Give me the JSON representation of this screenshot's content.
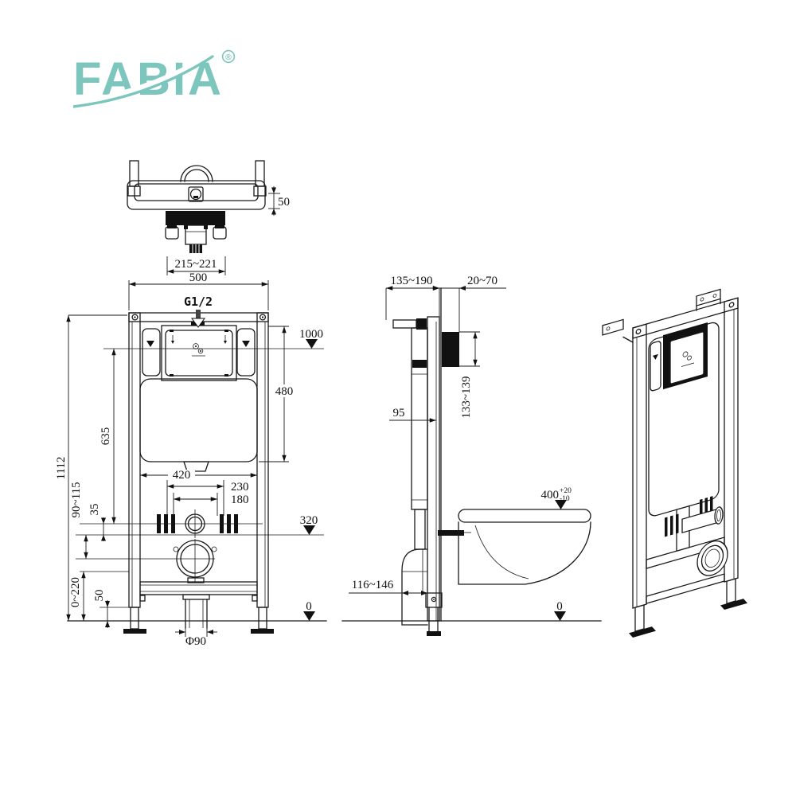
{
  "brand": {
    "name": "FABIA",
    "registered_mark": "®",
    "color": "#7CC6BE"
  },
  "views": {
    "top": {
      "title": "cistern-top-view",
      "dims": {
        "height_50": "50",
        "width_range": "215~221"
      }
    },
    "front": {
      "title": "frame-front-view",
      "dims": {
        "width_500": "500",
        "inlet": "G1/2",
        "level_1000": "1000",
        "height_480": "480",
        "height_635": "635",
        "height_1112": "1112",
        "span_420": "420",
        "span_230": "230",
        "span_180": "180",
        "offset_35": "35",
        "range_90_115": "90~115",
        "level_320": "320",
        "range_0_220": "0~220",
        "leg_50": "50",
        "drain_diameter": "Φ90",
        "level_0": "0"
      }
    },
    "side": {
      "title": "installation-side-view",
      "dims": {
        "depth_range": "135~190",
        "wall_range": "20~70",
        "depth_95": "95",
        "plate_range": "133~139",
        "seat_height": "400",
        "seat_tol_plus": "+20",
        "seat_tol_minus": "-10",
        "drain_range": "116~146",
        "level_0": "0"
      }
    },
    "isometric": {
      "title": "frame-isometric-view"
    }
  }
}
